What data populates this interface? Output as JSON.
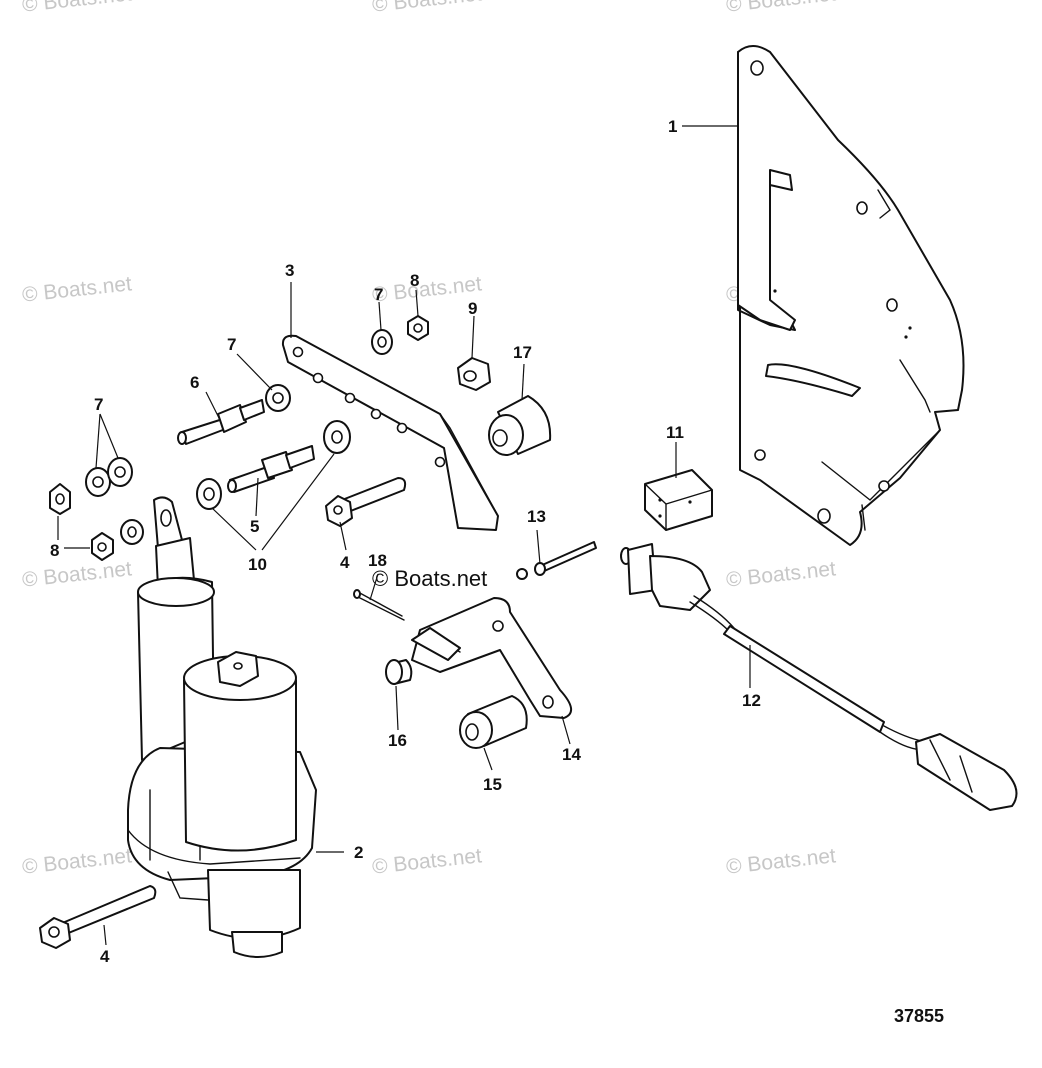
{
  "figure_number": "37855",
  "watermark_text": "© Boats.net",
  "center_watermark_text": "© Boats.net",
  "callouts": {
    "c1": "1",
    "c2": "2",
    "c3": "3",
    "c4a": "4",
    "c4b": "4",
    "c5": "5",
    "c6": "6",
    "c7a": "7",
    "c7b": "7",
    "c7c": "7",
    "c8a": "8",
    "c8b": "8",
    "c9": "9",
    "c10": "10",
    "c11": "11",
    "c12": "12",
    "c13": "13",
    "c14": "14",
    "c15": "15",
    "c16": "16",
    "c17": "17",
    "c18": "18"
  }
}
